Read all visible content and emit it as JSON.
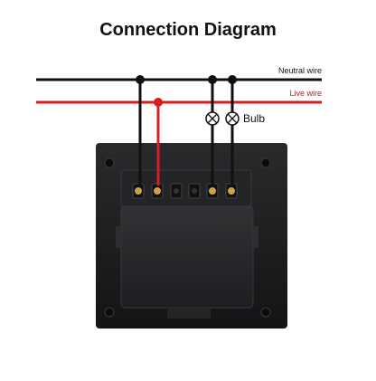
{
  "title": "Connection Diagram",
  "wires": {
    "neutral": {
      "label": "Neutral wire",
      "color": "#111111",
      "label_color": "#111111"
    },
    "live": {
      "label": "Live wire",
      "color": "#d81e1e",
      "label_color": "#b52020"
    }
  },
  "bulb_label": "Bulb",
  "panel_color": "#1b1b1d",
  "terminal_color": "#c9a24a"
}
